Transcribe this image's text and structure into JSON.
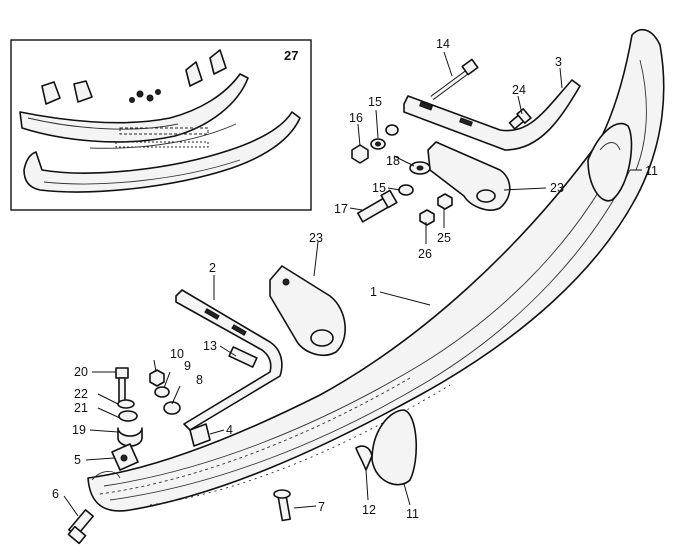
{
  "inset": {
    "label": "27"
  },
  "callouts": [
    {
      "id": "c1",
      "text": "1"
    },
    {
      "id": "c2",
      "text": "2"
    },
    {
      "id": "c3",
      "text": "3"
    },
    {
      "id": "c4",
      "text": "4"
    },
    {
      "id": "c5",
      "text": "5"
    },
    {
      "id": "c6",
      "text": "6"
    },
    {
      "id": "c7",
      "text": "7"
    },
    {
      "id": "c8",
      "text": "8"
    },
    {
      "id": "c9",
      "text": "9"
    },
    {
      "id": "c10",
      "text": "10"
    },
    {
      "id": "c11a",
      "text": "11"
    },
    {
      "id": "c11b",
      "text": "11"
    },
    {
      "id": "c12",
      "text": "12"
    },
    {
      "id": "c13",
      "text": "13"
    },
    {
      "id": "c14",
      "text": "14"
    },
    {
      "id": "c15a",
      "text": "15"
    },
    {
      "id": "c15b",
      "text": "15"
    },
    {
      "id": "c16",
      "text": "16"
    },
    {
      "id": "c17",
      "text": "17"
    },
    {
      "id": "c18",
      "text": "18"
    },
    {
      "id": "c19",
      "text": "19"
    },
    {
      "id": "c20",
      "text": "20"
    },
    {
      "id": "c21",
      "text": "21"
    },
    {
      "id": "c22",
      "text": "22"
    },
    {
      "id": "c23a",
      "text": "23"
    },
    {
      "id": "c23b",
      "text": "23"
    },
    {
      "id": "c24",
      "text": "24"
    },
    {
      "id": "c25",
      "text": "25"
    },
    {
      "id": "c26",
      "text": "26"
    }
  ]
}
